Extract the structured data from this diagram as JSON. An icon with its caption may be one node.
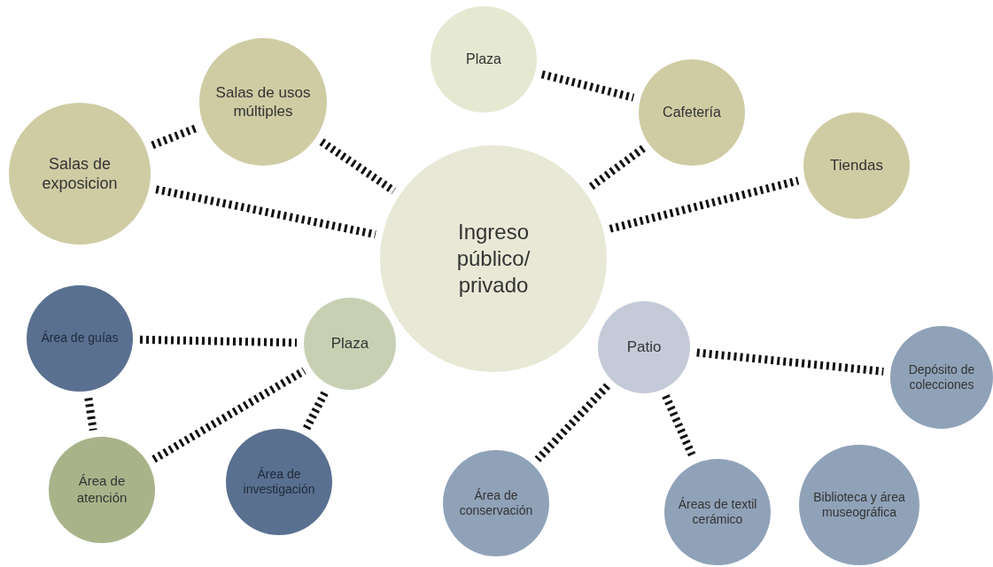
{
  "diagram": {
    "nodes": [
      {
        "text": [
          "Ingreso público/ privado"
        ]
      },
      {
        "text": [
          "Salas de exposicion"
        ]
      },
      {
        "text": [
          "Salas de usos múltiples"
        ]
      },
      {
        "text": [
          "Plaza"
        ]
      },
      {
        "text": [
          "Cafetería"
        ]
      },
      {
        "text": [
          "Tiendas"
        ]
      },
      {
        "text": [
          "Área de guías"
        ]
      },
      {
        "text": [
          "Plaza"
        ]
      },
      {
        "text": [
          "Área de atención"
        ]
      },
      {
        "text": [
          "Área de investigación"
        ]
      },
      {
        "text": [
          "Patio"
        ]
      },
      {
        "text": [
          "Depósito de colecciones"
        ]
      },
      {
        "text": [
          "Área de conservación"
        ]
      },
      {
        "text": [
          "Áreas de textil cerámico"
        ]
      },
      {
        "text": [
          "Biblioteca y área museográfica"
        ]
      }
    ],
    "edges": [
      {
        "from": 1,
        "to": 2,
        "arrow": "none"
      },
      {
        "from": 1,
        "to": 0,
        "arrow": "none"
      },
      {
        "from": 2,
        "to": 0,
        "arrow": "none"
      },
      {
        "from": 3,
        "to": 4,
        "arrow": "none"
      },
      {
        "from": 4,
        "to": 0,
        "arrow": "none"
      },
      {
        "from": 0,
        "to": 5,
        "arrow": "none"
      },
      {
        "from": 6,
        "to": 7,
        "arrow": "none"
      },
      {
        "from": 6,
        "to": 8,
        "arrow": "none"
      },
      {
        "from": 8,
        "to": 7,
        "arrow": "none"
      },
      {
        "from": 9,
        "to": 7,
        "arrow": "none"
      },
      {
        "from": 10,
        "to": 11,
        "arrow": "none"
      },
      {
        "from": 10,
        "to": 12,
        "arrow": "none"
      },
      {
        "from": 10,
        "to": 13,
        "arrow": "none"
      }
    ]
  }
}
